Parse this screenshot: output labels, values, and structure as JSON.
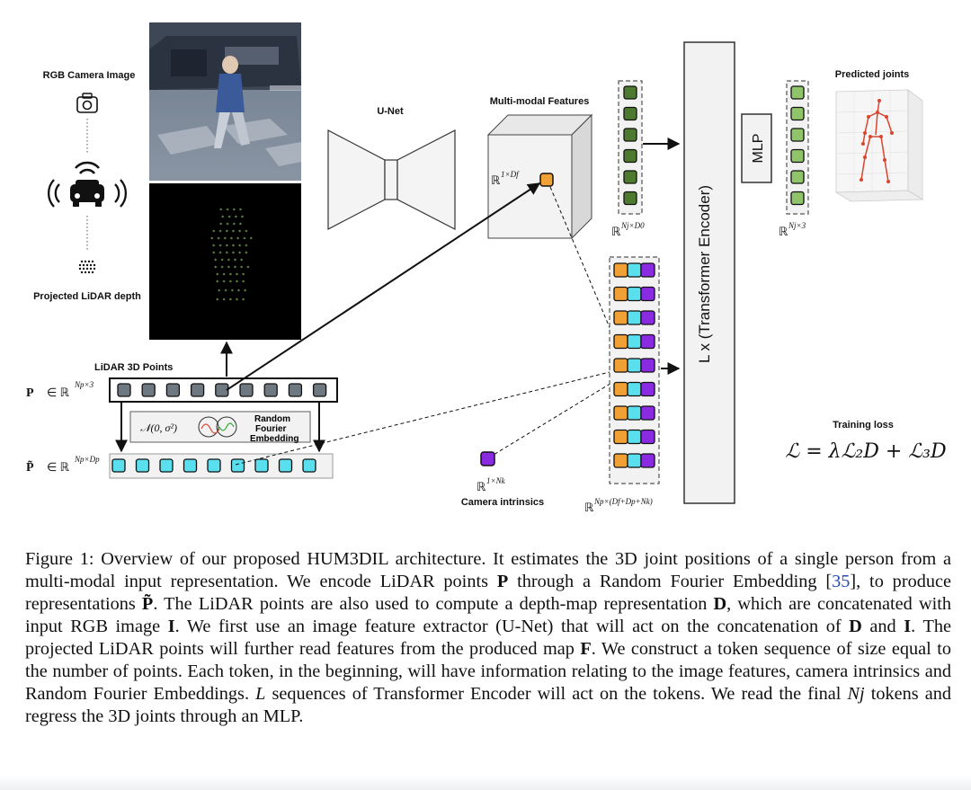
{
  "labels": {
    "rgb_camera_image": "RGB Camera Image",
    "projected_lidar_depth": "Projected LiDAR depth",
    "lidar_3d_points": "LiDAR 3D Points",
    "unet": "U-Net",
    "multimodal_features": "Multi-modal Features",
    "predicted_joints": "Predicted joints",
    "training_loss": "Training loss",
    "camera_intrinsics": "Camera intrinsics",
    "mlp": "MLP",
    "transformer": "L x (Transformer Encoder)",
    "rff_line1": "Random",
    "rff_line2": "Fourier",
    "rff_line3": "Embedding",
    "gaussian": "𝒩(0, σ²)"
  },
  "math": {
    "P_sym": "P",
    "P_space": "∈ ℝ",
    "P_exp": "Np×3",
    "Ptilde_sym": "P̃",
    "Ptilde_space": "∈ ℝ",
    "Ptilde_exp": "Np×Dp",
    "feat_space": "ℝ",
    "feat_exp": "1×Df",
    "nj_d0_space": "ℝ",
    "nj_d0_exp": "Nj×D0",
    "nj3_space": "ℝ",
    "nj3_exp": "Nj×3",
    "intr_space": "ℝ",
    "intr_exp": "1×Nk",
    "tok_space": "ℝ",
    "tok_exp": "Np×(Df+Dp+Nk)",
    "loss": "ℒ = λℒ₂D + ℒ₃D"
  },
  "colors": {
    "gray_token": "#6e7880",
    "cyan_token": "#59dfee",
    "orange_token": "#f0a035",
    "purple_token": "#8a2be2",
    "dark_green_token": "#4d7a2f",
    "light_green_token": "#8fc46a"
  },
  "caption": {
    "fig_label": "Figure 1:",
    "p1": " Overview of our proposed HUM3DIL architecture. It estimates the 3D joint positions of a single person from a multi-modal input representation. We encode LiDAR points ",
    "P": "P",
    "p2": " through a Random Fourier Embedding [",
    "cite": "35",
    "p3": "], to produce representations ",
    "Ptilde": "P̃",
    "p4": ". The LiDAR points are also used to compute a depth-map representation ",
    "D1": "D",
    "p5": ", which are concatenated with input RGB image ",
    "I1": "I",
    "p6": ". We first use an image feature extractor (U-Net) that will act on the concatenation of ",
    "D2": "D",
    "p7": " and ",
    "I2": "I",
    "p8": ". The projected LiDAR points will further read features from the produced map ",
    "F": "F",
    "p9": ". We construct a token sequence of size equal to the number of points. Each token, in the beginning, will have information relating to the image features, camera intrinsics and Random Fourier Embeddings. ",
    "L": "L",
    "p10": " sequences of Transformer Encoder will act on the tokens. We read the final ",
    "Nj": "Nj",
    "p11": " tokens and regress the 3D joints through an MLP."
  }
}
